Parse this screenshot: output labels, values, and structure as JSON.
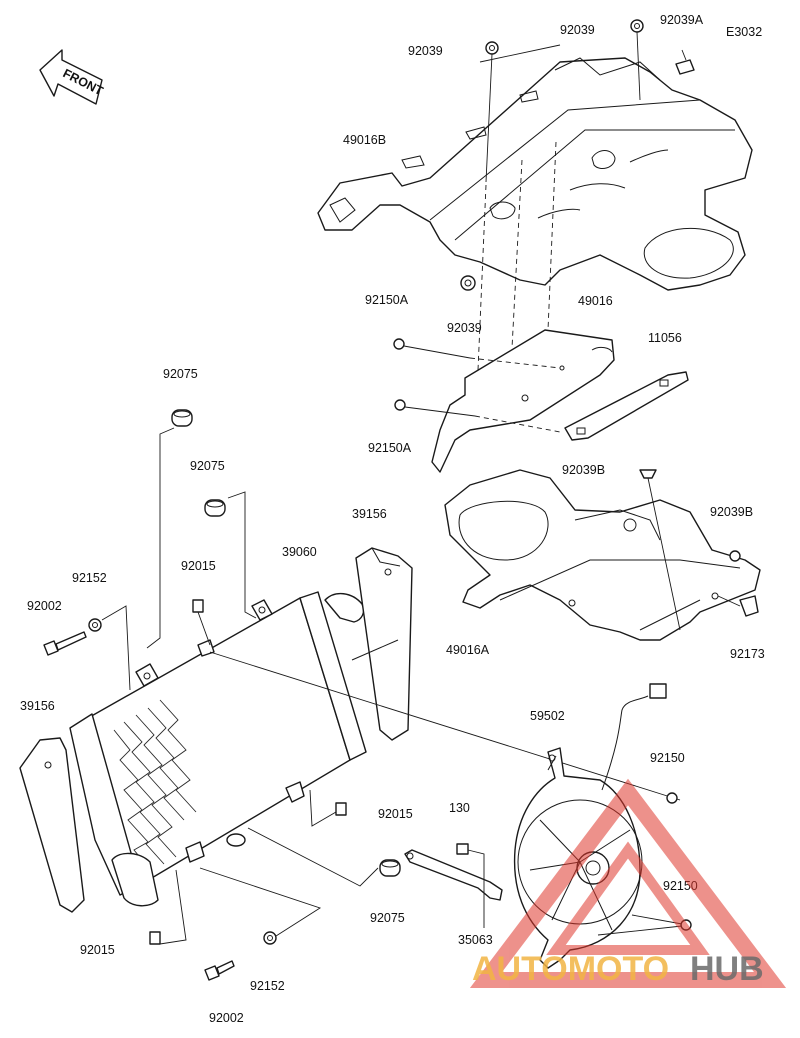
{
  "diagram": {
    "code": "E3032",
    "direction": "FRONT"
  },
  "labels": [
    {
      "id": "l1",
      "text": "92039"
    },
    {
      "id": "l2",
      "text": "92039"
    },
    {
      "id": "l3",
      "text": "92039A"
    },
    {
      "id": "l4",
      "text": "49016B"
    },
    {
      "id": "l5",
      "text": "92150A"
    },
    {
      "id": "l6",
      "text": "92039"
    },
    {
      "id": "l7",
      "text": "49016"
    },
    {
      "id": "l8",
      "text": "11056"
    },
    {
      "id": "l9",
      "text": "92150A"
    },
    {
      "id": "l10",
      "text": "92075"
    },
    {
      "id": "l11",
      "text": "92039B"
    },
    {
      "id": "l12",
      "text": "92075"
    },
    {
      "id": "l13",
      "text": "39156"
    },
    {
      "id": "l14",
      "text": "92039B"
    },
    {
      "id": "l15",
      "text": "92015"
    },
    {
      "id": "l16",
      "text": "39060"
    },
    {
      "id": "l17",
      "text": "92152"
    },
    {
      "id": "l18",
      "text": "92002"
    },
    {
      "id": "l19",
      "text": "49016A"
    },
    {
      "id": "l20",
      "text": "92173"
    },
    {
      "id": "l21",
      "text": "39156"
    },
    {
      "id": "l22",
      "text": "59502"
    },
    {
      "id": "l23",
      "text": "92150"
    },
    {
      "id": "l24",
      "text": "92015"
    },
    {
      "id": "l25",
      "text": "130"
    },
    {
      "id": "l26",
      "text": "92150"
    },
    {
      "id": "l27",
      "text": "92015"
    },
    {
      "id": "l28",
      "text": "92075"
    },
    {
      "id": "l29",
      "text": "35063"
    },
    {
      "id": "l30",
      "text": "92152"
    },
    {
      "id": "l31",
      "text": "92002"
    }
  ],
  "watermark": {
    "part1": "AUTOMOTO",
    "part2": "HUB",
    "color1": "#f2b544",
    "color2": "#6b6b6b",
    "triangle_color": "#e0382d"
  }
}
